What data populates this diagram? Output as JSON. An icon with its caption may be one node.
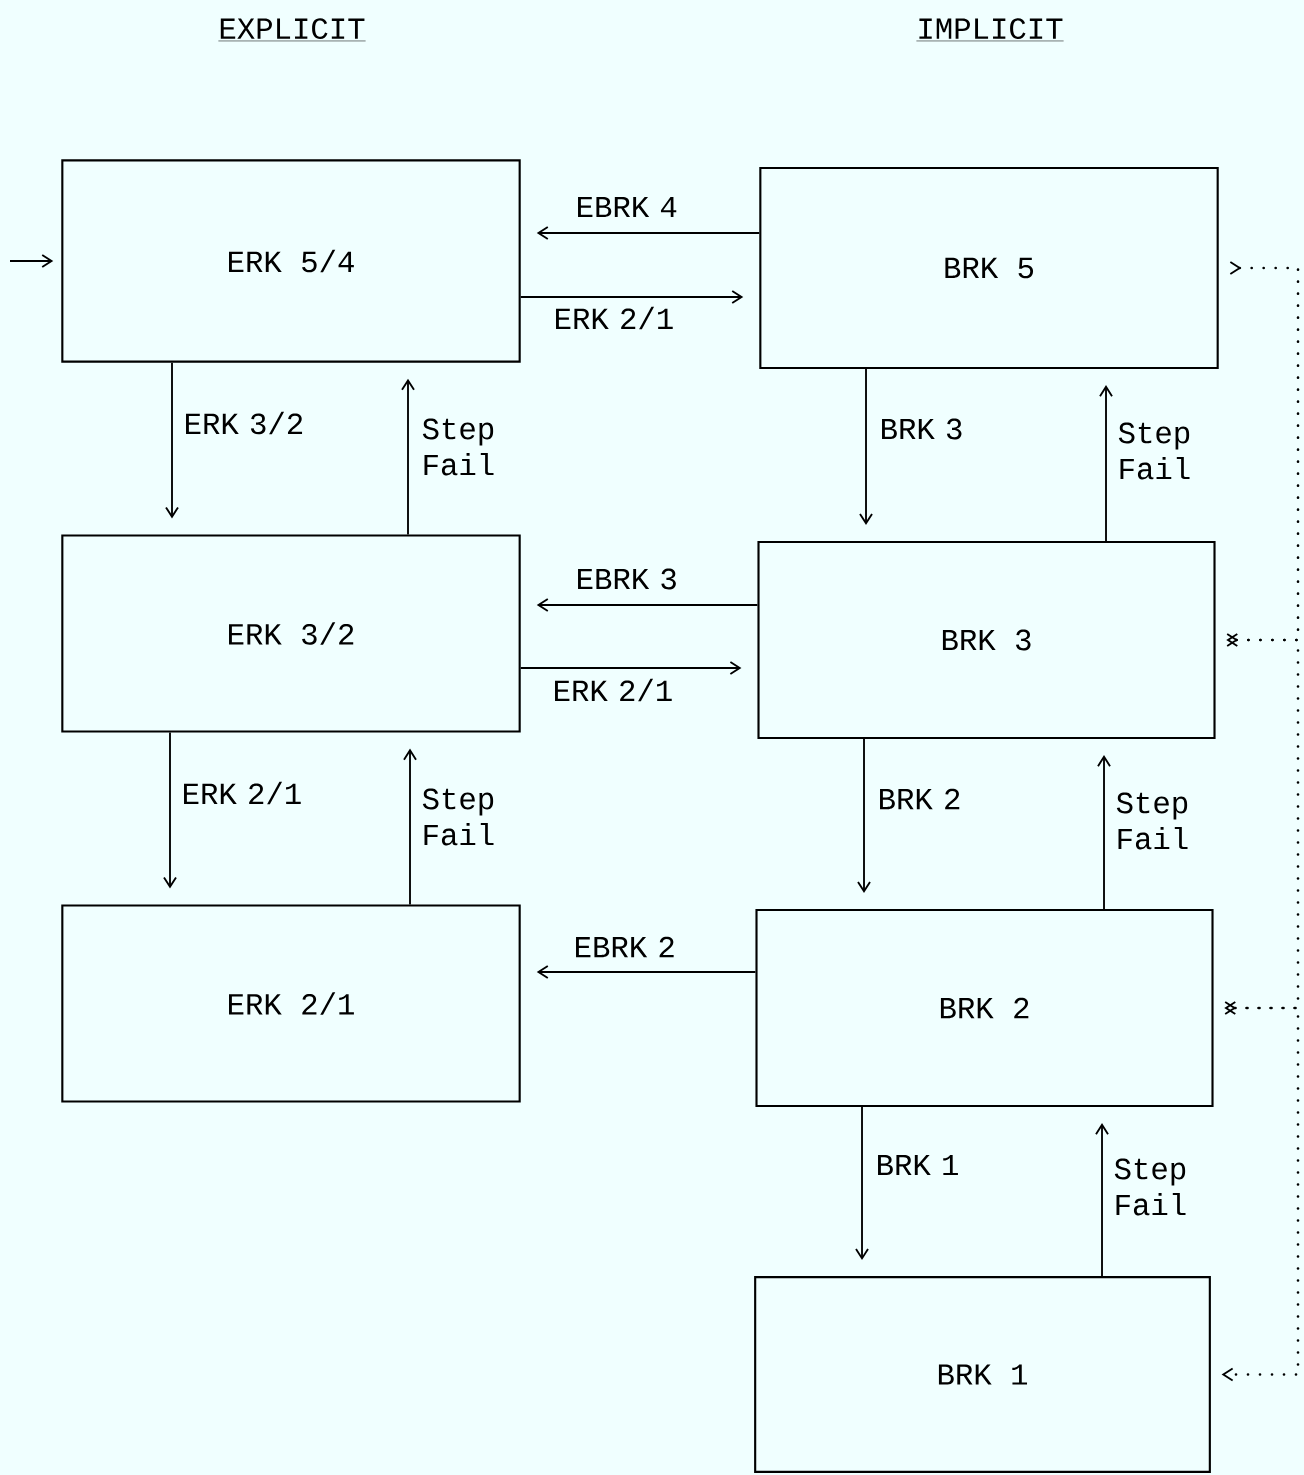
{
  "diagram": {
    "nodes": [
      {
        "text": [
          "ERK 5/4"
        ]
      },
      {
        "text": [
          "BRK 5"
        ]
      },
      {
        "text": [
          "ERK 3/2"
        ]
      },
      {
        "text": [
          "BRK 3"
        ]
      },
      {
        "text": [
          "ERK 2/1"
        ]
      },
      {
        "text": [
          "BRK 2"
        ]
      },
      {
        "text": [
          "BRK 1"
        ]
      }
    ],
    "edges": [
      {
        "from": null,
        "to": 0,
        "arrow": "to"
      },
      {
        "from": 1,
        "to": 0,
        "arrow": "to",
        "label": "EBRK 4"
      },
      {
        "from": 0,
        "to": 1,
        "arrow": "to",
        "label": "ERK 2/1"
      },
      {
        "from": 0,
        "to": 2,
        "arrow": "to",
        "label": "ERK 3/2"
      },
      {
        "from": 2,
        "to": 0,
        "arrow": "to",
        "label": "Step Fail"
      },
      {
        "from": 1,
        "to": 3,
        "arrow": "to",
        "label": "BRK 3"
      },
      {
        "from": 3,
        "to": 1,
        "arrow": "to",
        "label": "Step Fail"
      },
      {
        "from": 3,
        "to": 2,
        "arrow": "to",
        "label": "EBRK 3"
      },
      {
        "from": 2,
        "to": 3,
        "arrow": "to",
        "label": "ERK 2/1"
      },
      {
        "from": 2,
        "to": 4,
        "arrow": "to",
        "label": "ERK 2/1"
      },
      {
        "from": 4,
        "to": 2,
        "arrow": "to",
        "label": "Step Fail"
      },
      {
        "from": 3,
        "to": 5,
        "arrow": "to",
        "label": "BRK 2"
      },
      {
        "from": 5,
        "to": 3,
        "arrow": "to",
        "label": "Step Fail"
      },
      {
        "from": 5,
        "to": 4,
        "arrow": "to",
        "label": "EBRK 2"
      },
      {
        "from": 5,
        "to": 6,
        "arrow": "to",
        "label": "BRK 1"
      },
      {
        "from": 6,
        "to": 5,
        "arrow": "to",
        "label": "Step Fail"
      },
      {
        "from": 1,
        "to": 3,
        "arrow": "to",
        "style": "dashed"
      },
      {
        "from": 3,
        "to": 5,
        "arrow": "to",
        "style": "dashed"
      },
      {
        "from": 5,
        "to": 6,
        "arrow": "to",
        "style": "dashed"
      }
    ],
    "labels": [
      "EXPLICIT",
      "IMPLICIT"
    ]
  }
}
